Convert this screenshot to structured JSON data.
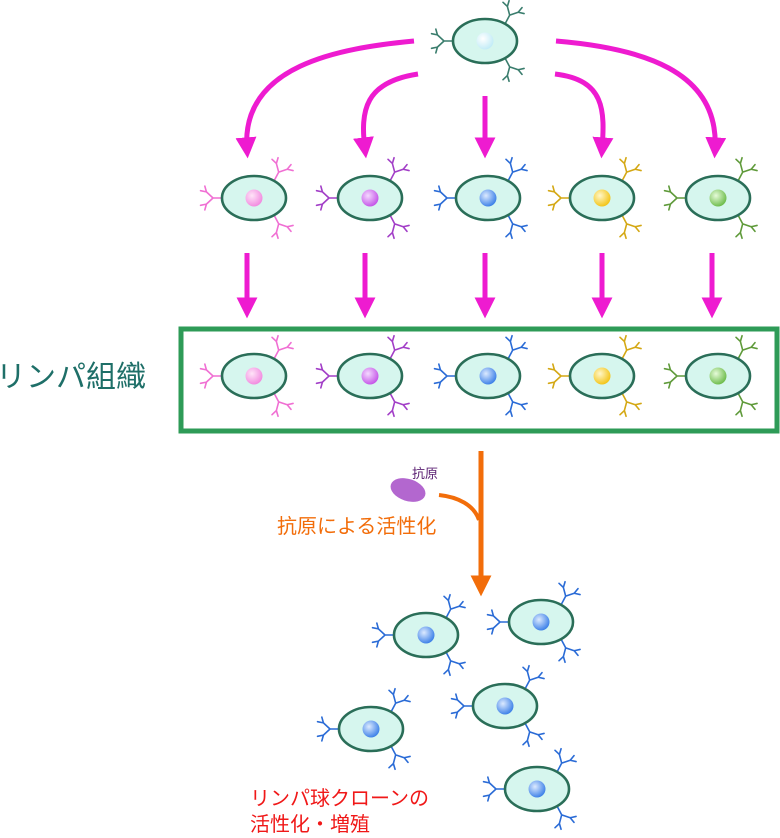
{
  "labels": {
    "lymph_tissue": "リンパ組織",
    "antigen": "抗原",
    "activation": "抗原による活性化",
    "clone_line1": "リンパ球クローンの",
    "clone_line2": "活性化・増殖"
  },
  "colors": {
    "magenta_arrow": "#ee1bd0",
    "orange_arrow": "#f26d0a",
    "box_border": "#2e9b57",
    "cell_fill": "#d6f6ee",
    "cell_border": "#2a6e58",
    "label_teal": "#1e6f68",
    "label_orange": "#f26d0a",
    "label_red": "#f01818",
    "label_purple": "#5a1e72",
    "antigen": "#b367cf"
  },
  "cell_types": [
    {
      "name": "progenitor",
      "receptor": "#3a7d6d",
      "nucleus": "#c3ecf7",
      "nucleus_hi": "#ffffff"
    },
    {
      "name": "pink",
      "receptor": "#f06fd3",
      "nucleus": "#f28ce0",
      "nucleus_hi": "#ffe4f8"
    },
    {
      "name": "purple",
      "receptor": "#a23ec7",
      "nucleus": "#c557e8",
      "nucleus_hi": "#f4d9ff"
    },
    {
      "name": "blue",
      "receptor": "#2a6bd6",
      "nucleus": "#3f82e8",
      "nucleus_hi": "#dceaff"
    },
    {
      "name": "yellow",
      "receptor": "#d4a814",
      "nucleus": "#f3c51a",
      "nucleus_hi": "#fff7c9"
    },
    {
      "name": "green",
      "receptor": "#5f9a3a",
      "nucleus": "#6fbd4d",
      "nucleus_hi": "#e6fbd9"
    }
  ]
}
